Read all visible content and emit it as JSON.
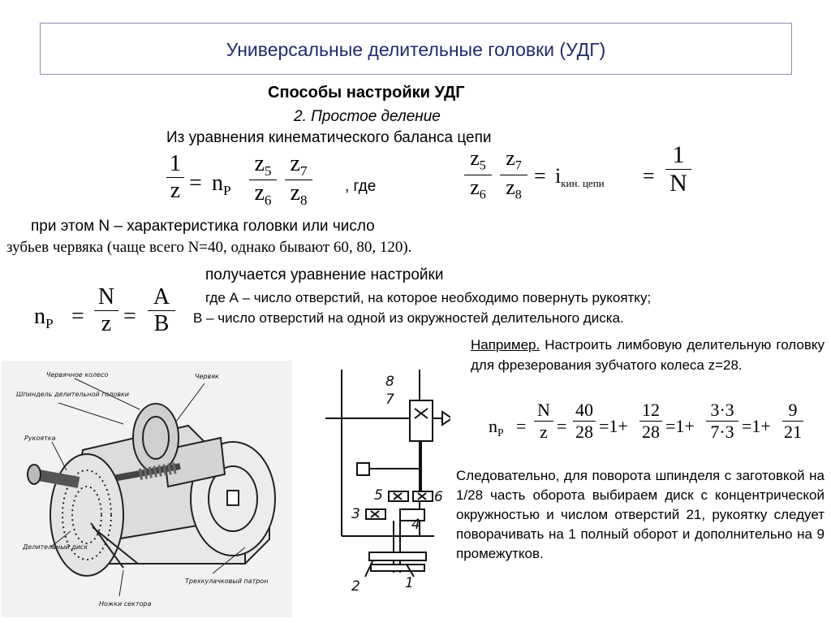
{
  "title": "Универсальные делительные головки (УДГ)",
  "section_heading": "Способы настройки УДГ",
  "subsection": "2. Простое деление",
  "balance_intro": "Из уравнения кинематического баланса цепи",
  "eq1": {
    "lhs_num": "1",
    "lhs_den": "z",
    "eq": "=",
    "np": "n",
    "np_sub": "P",
    "z": "z",
    "n5": "5",
    "n6": "6",
    "n7": "7",
    "n8": "8",
    "suffix": ", где"
  },
  "eq2": {
    "i": "i",
    "i_sub": "кин. цепи",
    "rhs_num": "1",
    "rhs_den": "N"
  },
  "n_line1": "при этом N – характеристика головки или число",
  "n_line2": "зубьев червяка (чаще всего N=40, однако бывают 60, 80, 120).",
  "setup_heading": "получается уравнение настройки",
  "eq3": {
    "np": "n",
    "np_sub": "P",
    "N": "N",
    "z": "z",
    "A": "A",
    "B": "B"
  },
  "where_a": "где А – число отверстий, на которое необходимо повернуть рукоятку;",
  "where_b": "В – число отверстий на одной из окружностей делительного диска.",
  "example_label": "Например.",
  "example_text_1": " Настроить лимбовую делительную головку для фрезерования зубчатого колеса z=28.",
  "eq4": {
    "np": "n",
    "np_sub": "P",
    "f1n": "N",
    "f1d": "z",
    "f2n": "40",
    "f2d": "28",
    "one": "1",
    "plus": "+",
    "f3n": "12",
    "f3d": "28",
    "f4n": "3·3",
    "f4d": "7·3",
    "f5n": "9",
    "f5d": "21"
  },
  "conclusion": "Следовательно, для поворота шпинделя с заготовкой на 1/28 часть оборота выбираем диск с концентрической окружностью и числом отверстий 21, рукоятку следует поворачивать на 1 полный оборот и дополнительно на 9 промежутков.",
  "figure_labels": {
    "worm_wheel": "Червячное колесо",
    "spindle": "Шпиндель делительной головки",
    "worm": "Червяк",
    "handle": "Рукоятка",
    "disk": "Делительный диск",
    "chuck": "Трехкулачковый патрон",
    "sector": "Ножки сектора"
  },
  "scheme_labels": [
    "8",
    "7",
    "5",
    "6",
    "3",
    "4",
    "2",
    "1"
  ]
}
